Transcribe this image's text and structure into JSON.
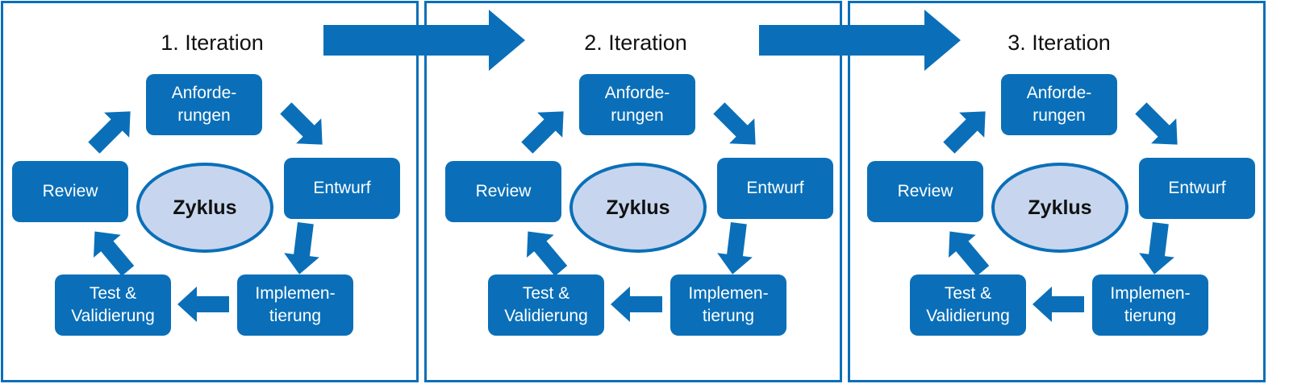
{
  "colors": {
    "accent": "#0a6fb8",
    "ellipse_fill": "#c7d6ee",
    "title_text": "#111111"
  },
  "iterations": [
    {
      "title": "1. Iteration",
      "center": "Zyklus",
      "steps": {
        "requirements": "Anforde-\nrungen",
        "design": "Entwurf",
        "implementation": "Implemen-\ntierung",
        "test": "Test &\nValidierung",
        "review": "Review"
      }
    },
    {
      "title": "2. Iteration",
      "center": "Zyklus",
      "steps": {
        "requirements": "Anforde-\nrungen",
        "design": "Entwurf",
        "implementation": "Implemen-\ntierung",
        "test": "Test &\nValidierung",
        "review": "Review"
      }
    },
    {
      "title": "3. Iteration",
      "center": "Zyklus",
      "steps": {
        "requirements": "Anforde-\nrungen",
        "design": "Entwurf",
        "implementation": "Implemen-\ntierung",
        "test": "Test &\nValidierung",
        "review": "Review"
      }
    }
  ]
}
